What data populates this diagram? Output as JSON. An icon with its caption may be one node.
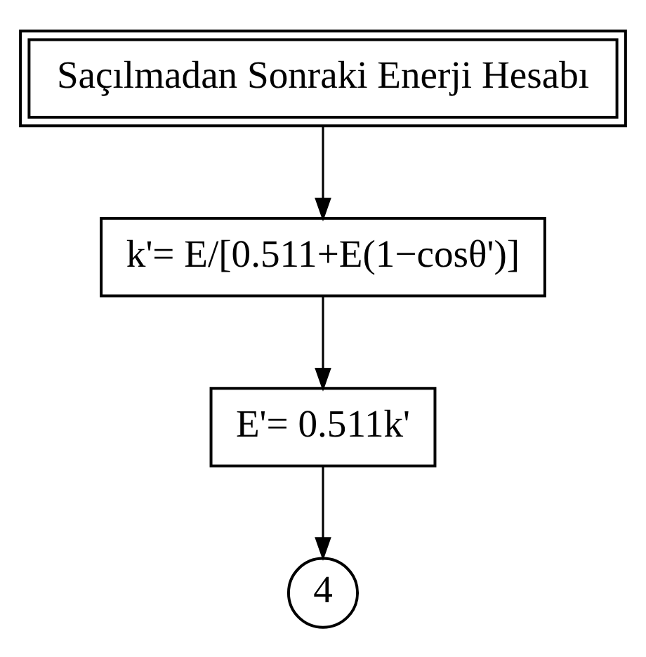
{
  "diagram": {
    "nodes": [
      {
        "text": [
          "Saçılmadan Sonraki Enerji Hesabı"
        ]
      },
      {
        "text": [
          "k'= E/[0.511+E(1−cosθ')]"
        ]
      },
      {
        "text": [
          "E'= 0.511k'"
        ]
      },
      {
        "text": [
          "4"
        ]
      }
    ],
    "edges": [
      {
        "from": 0,
        "to": 1,
        "arrow": "to"
      },
      {
        "from": 1,
        "to": 2,
        "arrow": "to"
      },
      {
        "from": 2,
        "to": 3,
        "arrow": "to"
      }
    ]
  }
}
